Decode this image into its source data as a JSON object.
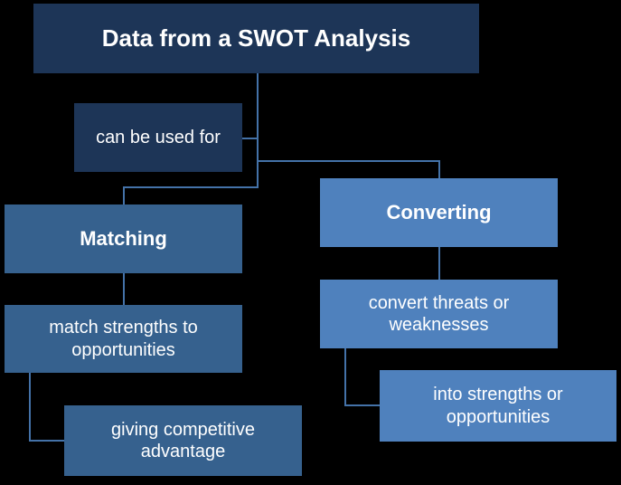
{
  "diagram": {
    "type": "flowchart",
    "title": "Data from a SWOT Analysis",
    "background_color": "#000000",
    "colors": {
      "root_fill": "#1D3557",
      "note_fill": "#1D3557",
      "branch_left_fill": "#36618E",
      "branch_right_fill": "#4F81BD",
      "connector": "#4472A8",
      "text": "#FFFFFF"
    },
    "nodes": {
      "root": {
        "label": "Data from a SWOT Analysis"
      },
      "note": {
        "label": "can be used for"
      },
      "matching": {
        "label": "Matching"
      },
      "matching_detail": {
        "label": "match strengths to opportunities"
      },
      "matching_outcome": {
        "label": "giving competitive advantage"
      },
      "converting": {
        "label": "Converting"
      },
      "converting_detail": {
        "label": "convert threats or weaknesses"
      },
      "converting_outcome": {
        "label": "into strengths or opportunities"
      }
    },
    "edges": [
      {
        "from": "root",
        "to": "note"
      },
      {
        "from": "root",
        "to": "matching"
      },
      {
        "from": "root",
        "to": "converting"
      },
      {
        "from": "matching",
        "to": "matching_detail"
      },
      {
        "from": "matching_detail",
        "to": "matching_outcome"
      },
      {
        "from": "converting",
        "to": "converting_detail"
      },
      {
        "from": "converting_detail",
        "to": "converting_outcome"
      }
    ]
  }
}
